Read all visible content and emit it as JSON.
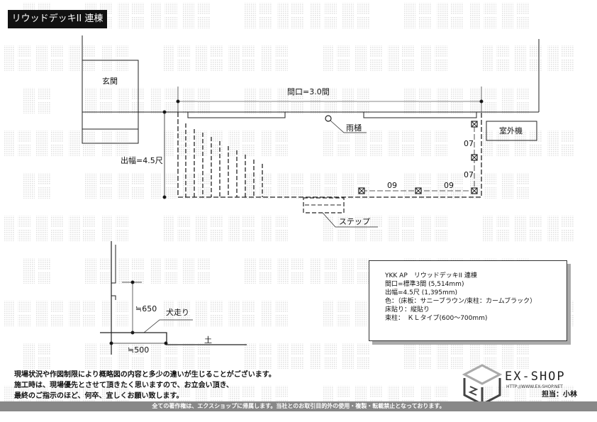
{
  "title": "リウッドデッキII 連棟",
  "watermark": "転載禁止",
  "plan": {
    "entrance": "玄関",
    "width_dim": "間口=3.0間",
    "depth_dim": "出幅=4.5尺",
    "gutter": "雨樋",
    "outdoor_unit": "室外機",
    "step": "ステップ",
    "post_spacing_h": [
      "09",
      "09"
    ],
    "post_spacing_v": [
      "07",
      "07"
    ]
  },
  "section": {
    "height_dim": "≒650",
    "width_dim": "≒500",
    "walkway": "犬走り",
    "soil": "土"
  },
  "spec": {
    "lines": [
      "YKK AP　リウッドデッキII 連棟",
      "間口=標準3間 (5,514mm)",
      "出幅=4.5尺 (1,395mm)",
      "色：（床板：サニーブラウン/束柱：カームブラック）",
      "床貼り：縦貼り",
      "束柱：　ＫＬタイプ(600～700mm)"
    ]
  },
  "notes": [
    "現場状況や作図制限により概略図の内容と多少の違いが生じることがございます。",
    "施工時は、現場優先とさせて頂きたく思いますので、お立会い頂き、",
    "最終のご指示のほど、何卒、宜しくお願い致します。"
  ],
  "copyright": "全ての著作権は、エクスショップに帰属します。当社とのお取引目的外の使用・複製・転載禁止となっております。",
  "logo": {
    "brand": "EX-SHOP",
    "url": "HTTP://WWW.EX-SHOP.NET",
    "staff": "担当：小林"
  }
}
